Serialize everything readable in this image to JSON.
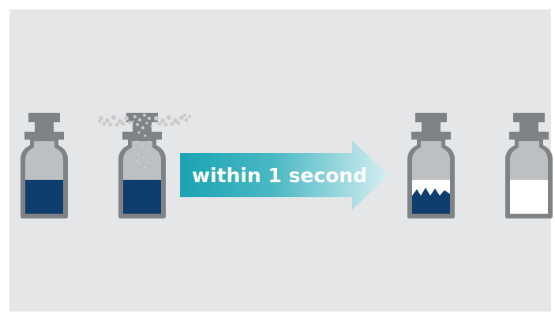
{
  "arrow": {
    "label": "within 1 second",
    "colors": {
      "start": "#1aa3b3",
      "end": "#d4eef1"
    }
  },
  "colors": {
    "background": "#e4e6e8",
    "vial_glass": "#808386",
    "vial_empty": "#bdc0c3",
    "liquid": "#0e3d6e",
    "frozen_crust": "#ffffff",
    "powder": "#ffffff",
    "spray": "#c9cbcd"
  },
  "vials": [
    {
      "name": "vial-liquid",
      "fill": "liquid"
    },
    {
      "name": "vial-spray",
      "fill": "liquid",
      "effect": "spray"
    },
    {
      "name": "vial-frozen",
      "fill": "liquid-frozen-top"
    },
    {
      "name": "vial-powder",
      "fill": "powder"
    }
  ]
}
